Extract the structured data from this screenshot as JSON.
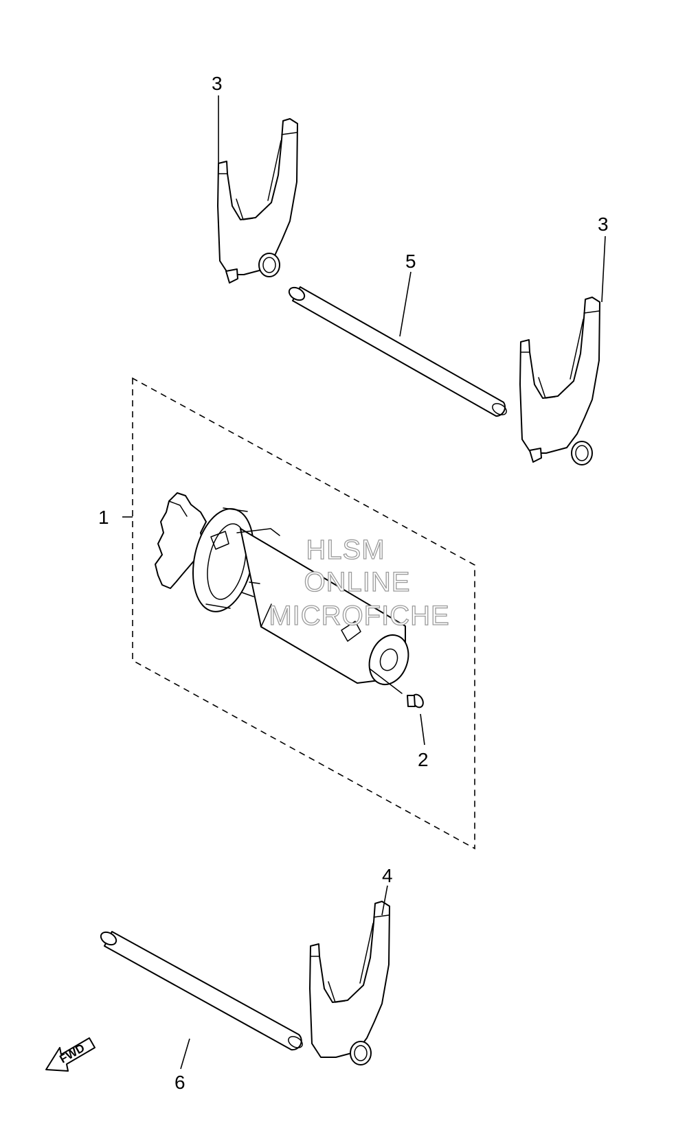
{
  "callouts": {
    "c1": "1",
    "c2": "2",
    "c3a": "3",
    "c3b": "3",
    "c4": "4",
    "c5": "5",
    "c6": "6"
  },
  "watermark": {
    "line1": "HLSM",
    "line2": "ONLINE",
    "line3": "MICROFICHE"
  },
  "direction_arrow": {
    "label": "FWD",
    "icon": "fwd-arrow-icon"
  }
}
